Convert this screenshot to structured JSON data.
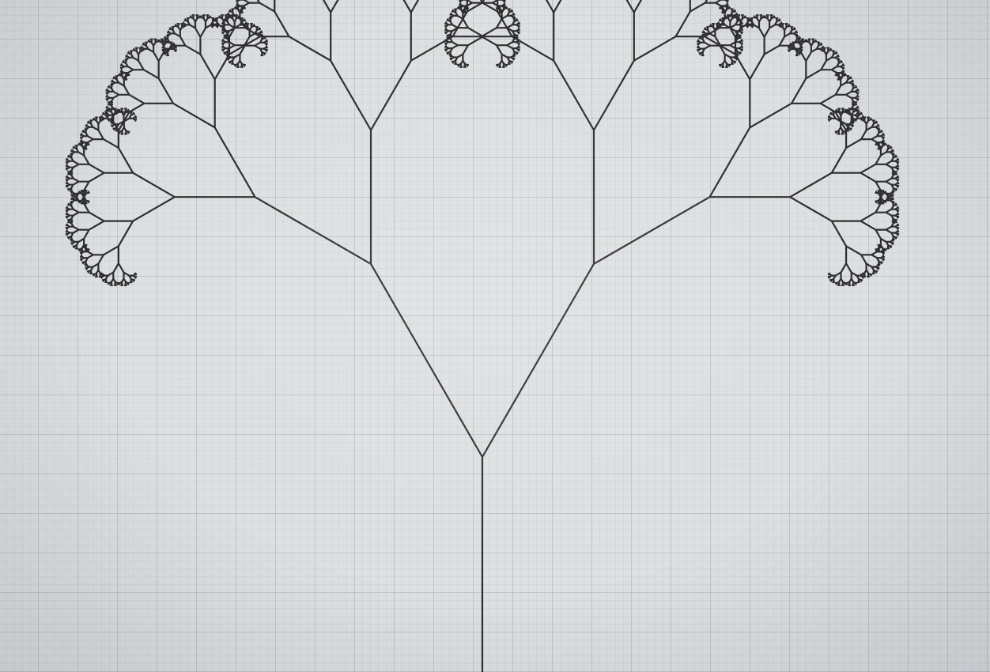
{
  "image": {
    "subject": "fractal-tree-drawing",
    "medium": "graph-paper-plot",
    "colors": {
      "paper": "#dde0e1",
      "grid": "#96a0af",
      "ink": "#2e2c2e"
    }
  },
  "fractal": {
    "branch_angle_deg": 60,
    "length_ratio": 0.6,
    "depth": 11
  }
}
